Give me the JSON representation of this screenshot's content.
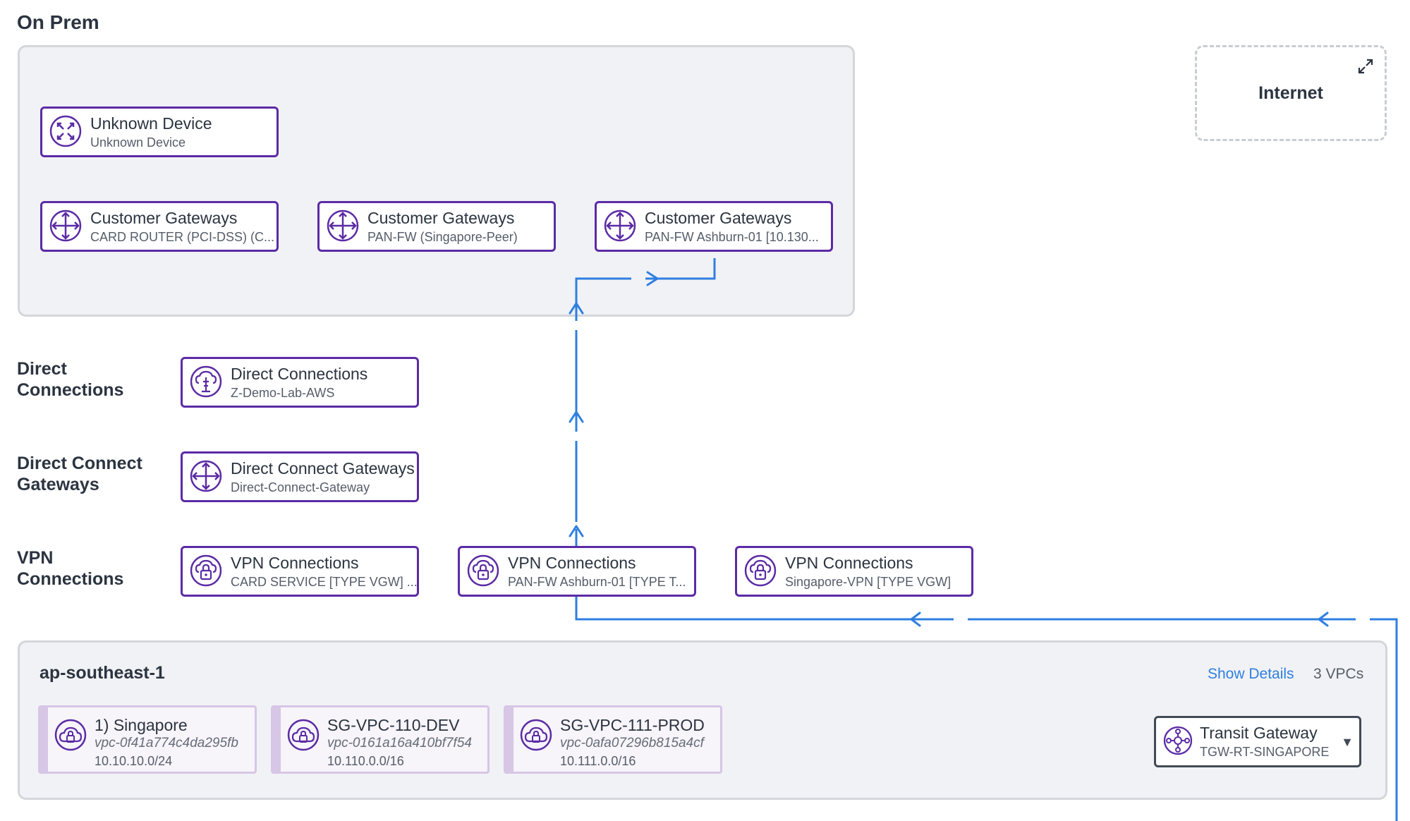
{
  "onprem": {
    "title": "On Prem",
    "unknown_device": {
      "title": "Unknown Device",
      "subtitle": "Unknown Device"
    },
    "customer_gateways": [
      {
        "title": "Customer Gateways",
        "subtitle": "CARD ROUTER (PCI-DSS) (C..."
      },
      {
        "title": "Customer Gateways",
        "subtitle": "PAN-FW (Singapore-Peer)"
      },
      {
        "title": "Customer Gateways",
        "subtitle": "PAN-FW Ashburn-01 [10.130..."
      }
    ]
  },
  "internet": {
    "label": "Internet"
  },
  "direct_connections": {
    "label_line1": "Direct",
    "label_line2": "Connections",
    "node": {
      "title": "Direct Connections",
      "subtitle": "Z-Demo-Lab-AWS"
    }
  },
  "direct_connect_gateways": {
    "label_line1": "Direct Connect",
    "label_line2": "Gateways",
    "node": {
      "title": "Direct Connect Gateways",
      "subtitle": "Direct-Connect-Gateway"
    }
  },
  "vpn_connections": {
    "label_line1": "VPN",
    "label_line2": "Connections",
    "nodes": [
      {
        "title": "VPN Connections",
        "subtitle": "CARD SERVICE [TYPE VGW] ..."
      },
      {
        "title": "VPN Connections",
        "subtitle": "PAN-FW Ashburn-01 [TYPE T..."
      },
      {
        "title": "VPN Connections",
        "subtitle": "Singapore-VPN [TYPE VGW]"
      }
    ]
  },
  "region": {
    "name": "ap-southeast-1",
    "show_details": "Show Details",
    "vpc_count": "3 VPCs",
    "vpcs": [
      {
        "name": "1) Singapore",
        "id": "vpc-0f41a774c4da295fb",
        "cidr": "10.10.10.0/24"
      },
      {
        "name": "SG-VPC-110-DEV",
        "id": "vpc-0161a16a410bf7f54",
        "cidr": "10.110.0.0/16"
      },
      {
        "name": "SG-VPC-111-PROD",
        "id": "vpc-0afa07296b815a4cf",
        "cidr": "10.111.0.0/16"
      }
    ],
    "transit_gateway": {
      "title": "Transit Gateway",
      "subtitle": "TGW-RT-SINGAPORE"
    }
  },
  "colors": {
    "node_border": "#5b2ba5",
    "link": "#2f7fe0",
    "panel": "#f1f2f5"
  }
}
